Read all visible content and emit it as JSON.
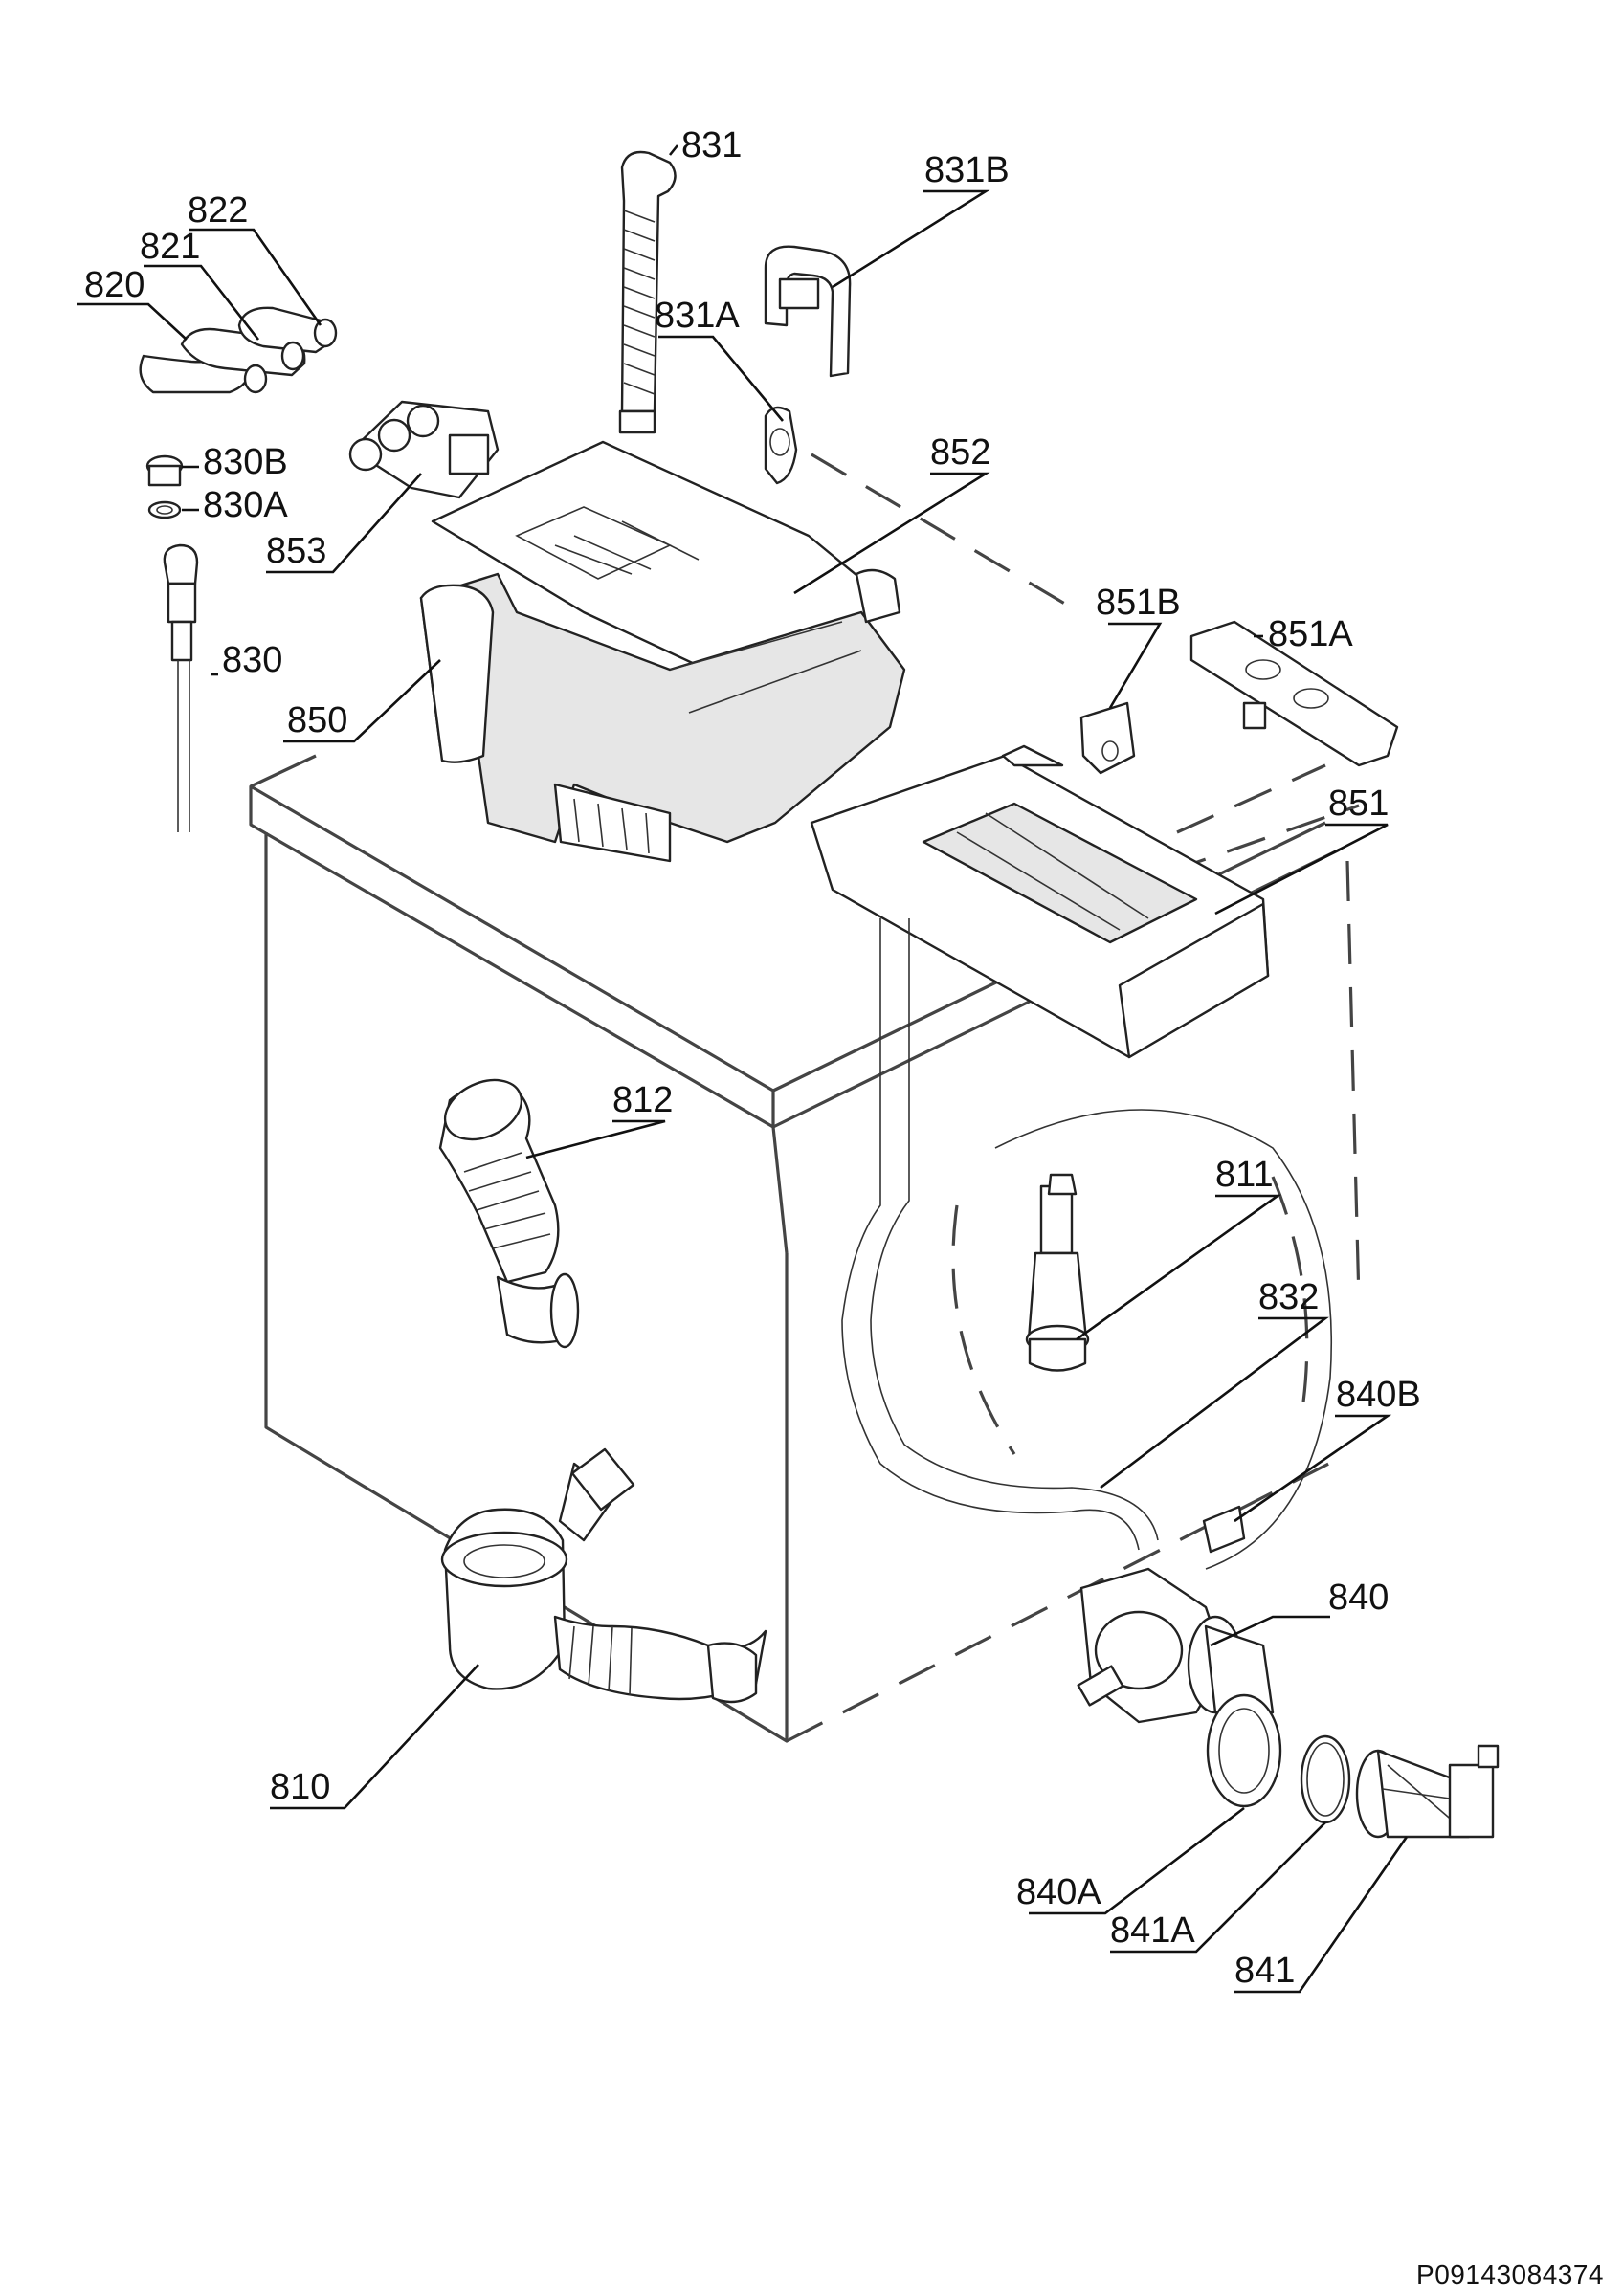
{
  "footer_code": "P09143084374",
  "callouts": {
    "p810": "810",
    "p811": "811",
    "p812": "812",
    "p820": "820",
    "p821": "821",
    "p822": "822",
    "p830": "830",
    "p830a": "830A",
    "p830b": "830B",
    "p831": "831",
    "p831a": "831A",
    "p831b": "831B",
    "p832": "832",
    "p840": "840",
    "p840a": "840A",
    "p840b": "840B",
    "p841": "841",
    "p841a": "841A",
    "p850": "850",
    "p851": "851",
    "p851a": "851A",
    "p851b": "851B",
    "p852": "852",
    "p853": "853"
  }
}
